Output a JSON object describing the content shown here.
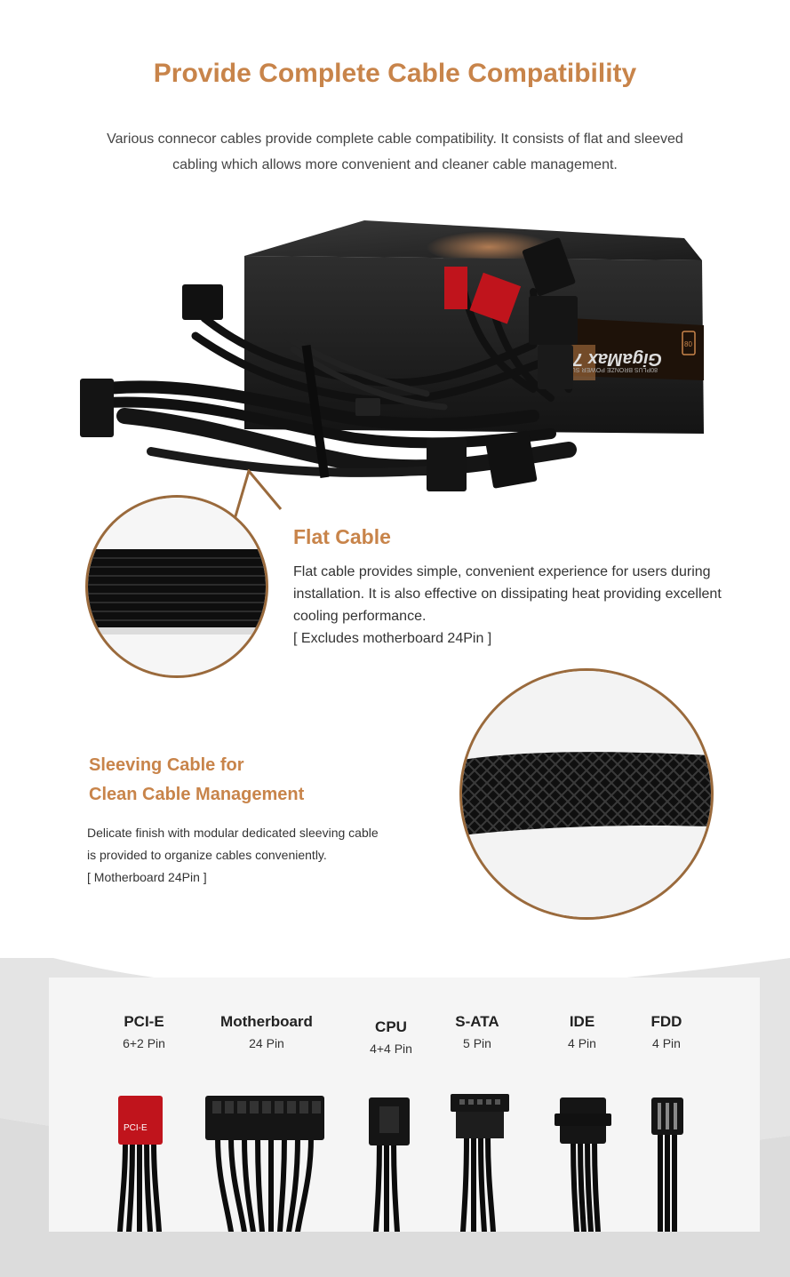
{
  "header": {
    "title": "Provide Complete Cable Compatibility",
    "intro_line1": "Various connecor cables provide complete cable compatibility. It consists of flat and sleeved",
    "intro_line2": "cabling which allows more convenient and cleaner cable management."
  },
  "product": {
    "label_model": "GigaMax 750W",
    "label_sub": "80PLUS BRONZE POWER SUPPLY",
    "badge": "80"
  },
  "flat_cable": {
    "title": "Flat Cable",
    "line1": "Flat cable provides simple, convenient experience for users during",
    "line2": "installation. It is also effective on dissipating heat providing excellent",
    "line3": "cooling performance.",
    "note": "[ Excludes motherboard 24Pin ]"
  },
  "sleeving_cable": {
    "title_line1": "Sleeving Cable for",
    "title_line2": "Clean Cable Management",
    "line1": "Delicate finish with modular dedicated sleeving cable",
    "line2": "is provided to organize cables conveniently.",
    "note": "[ Motherboard 24Pin ]"
  },
  "connectors": [
    {
      "name": "PCI-E",
      "pins": "6+2 Pin",
      "plug_label": "PCI-E"
    },
    {
      "name": "Motherboard",
      "pins": "24 Pin"
    },
    {
      "name": "CPU",
      "pins": "4+4 Pin"
    },
    {
      "name": "S-ATA",
      "pins": "5 Pin"
    },
    {
      "name": "IDE",
      "pins": "4 Pin"
    },
    {
      "name": "FDD",
      "pins": "4 Pin"
    }
  ],
  "colors": {
    "accent": "#c8844a",
    "circle_border": "#9a6a3c",
    "pcie_red": "#c0141c"
  }
}
